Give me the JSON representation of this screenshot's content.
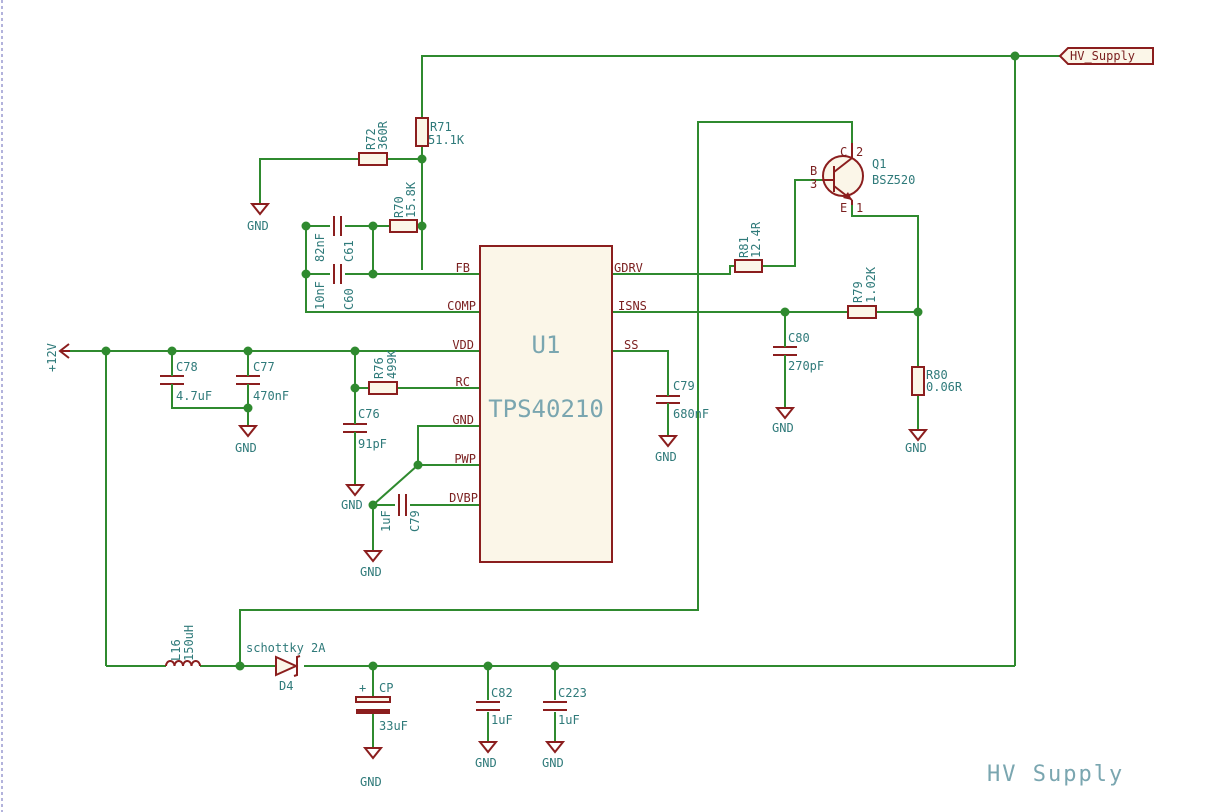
{
  "sheet_title": "HV Supply",
  "ic": {
    "ref": "U1",
    "value": "TPS40210",
    "pins_left": [
      "FB",
      "COMP",
      "VDD",
      "RC",
      "GND",
      "PWP",
      "DVBP"
    ],
    "pins_right": [
      "GDRV",
      "ISNS",
      "SS"
    ]
  },
  "nets": {
    "hv_supply": "HV_Supply",
    "plus12": "+12V",
    "gnd": "GND"
  },
  "components": {
    "R72": {
      "ref": "R72",
      "value": "360R"
    },
    "R71": {
      "ref": "R71",
      "value": "51.1K"
    },
    "R70": {
      "ref": "R70",
      "value": "15.8K"
    },
    "C61": {
      "ref": "C61",
      "value": "82nF"
    },
    "C60": {
      "ref": "C60",
      "value": "10nF"
    },
    "C78": {
      "ref": "C78",
      "value": "4.7uF"
    },
    "C77": {
      "ref": "C77",
      "value": "470nF"
    },
    "R76": {
      "ref": "R76",
      "value": "499K"
    },
    "C76": {
      "ref": "C76",
      "value": "91pF"
    },
    "C79a": {
      "ref": "C79",
      "value": "1uF"
    },
    "C79b": {
      "ref": "C79",
      "value": "680nF"
    },
    "R81": {
      "ref": "R81",
      "value": "12.4R"
    },
    "R79": {
      "ref": "R79",
      "value": "1.02K"
    },
    "C80": {
      "ref": "C80",
      "value": "270pF"
    },
    "R80": {
      "ref": "R80",
      "value": "0.06R"
    },
    "Q1": {
      "ref": "Q1",
      "value": "BSZ520",
      "pin_b": "B",
      "pin_c": "C",
      "pin_e": "E",
      "pin_3": "3",
      "pin_2": "2",
      "pin_1": "1"
    },
    "L16": {
      "ref": "L16",
      "value": "150uH"
    },
    "D4": {
      "ref": "D4",
      "value": "schottky 2A"
    },
    "CP": {
      "ref": "CP",
      "value": "33uF",
      "polarity": "+"
    },
    "C82": {
      "ref": "C82",
      "value": "1uF"
    },
    "C223": {
      "ref": "C223",
      "value": "1uF"
    }
  }
}
